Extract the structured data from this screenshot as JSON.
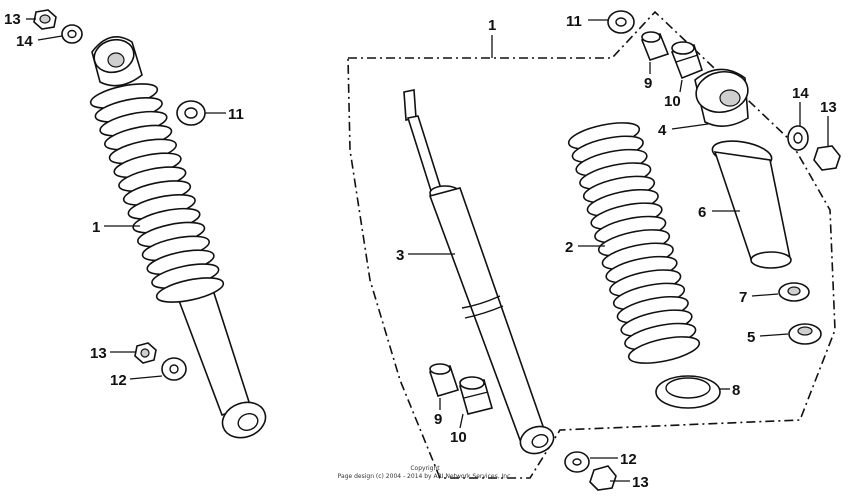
{
  "copyright": {
    "line1": "Copyright",
    "line2": "Page design (c) 2004 - 2014 by ARI Network Services, Inc."
  },
  "callouts": [
    {
      "id": "lbl-13-a",
      "text": "13"
    },
    {
      "id": "lbl-14-a",
      "text": "14"
    },
    {
      "id": "lbl-11-a",
      "text": "11"
    },
    {
      "id": "lbl-1-a",
      "text": "1"
    },
    {
      "id": "lbl-13-b",
      "text": "13"
    },
    {
      "id": "lbl-12-a",
      "text": "12"
    },
    {
      "id": "lbl-1-b",
      "text": "1"
    },
    {
      "id": "lbl-11-b",
      "text": "11"
    },
    {
      "id": "lbl-9-a",
      "text": "9"
    },
    {
      "id": "lbl-10-a",
      "text": "10"
    },
    {
      "id": "lbl-14-b",
      "text": "14"
    },
    {
      "id": "lbl-13-c",
      "text": "13"
    },
    {
      "id": "lbl-4",
      "text": "4"
    },
    {
      "id": "lbl-6",
      "text": "6"
    },
    {
      "id": "lbl-3",
      "text": "3"
    },
    {
      "id": "lbl-2",
      "text": "2"
    },
    {
      "id": "lbl-7",
      "text": "7"
    },
    {
      "id": "lbl-5",
      "text": "5"
    },
    {
      "id": "lbl-8",
      "text": "8"
    },
    {
      "id": "lbl-9-b",
      "text": "9"
    },
    {
      "id": "lbl-10-b",
      "text": "10"
    },
    {
      "id": "lbl-12-b",
      "text": "12"
    },
    {
      "id": "lbl-13-d",
      "text": "13"
    }
  ]
}
